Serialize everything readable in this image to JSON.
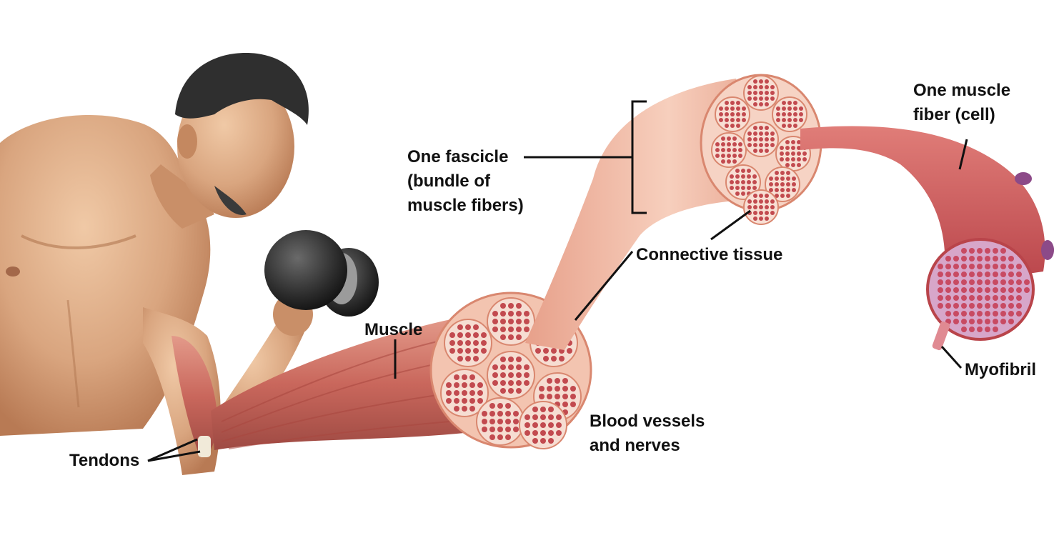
{
  "labels": {
    "fascicle": [
      "One fascicle",
      "(bundle of",
      "muscle fibers)"
    ],
    "connective_tissue": "Connective tissue",
    "muscle_fiber": [
      "One muscle",
      "fiber (cell)"
    ],
    "muscle": "Muscle",
    "blood_vessels": [
      "Blood vessels",
      "and nerves"
    ],
    "myofibril": "Myofibril",
    "tendons": "Tendons"
  },
  "colors": {
    "skin": "#d9a57f",
    "skin_shadow": "#b87a54",
    "hair": "#2f2f2f",
    "muscle": "#c9675c",
    "muscle_light": "#f0b7a4",
    "fascicle_sheath": "#f3c4b0",
    "fiber_dot": "#b8434b",
    "fiber_violet": "#9a4d8f",
    "tendon": "#f1ead9",
    "dumbbell": "#2a2a2a",
    "leader_line": "#111111"
  }
}
